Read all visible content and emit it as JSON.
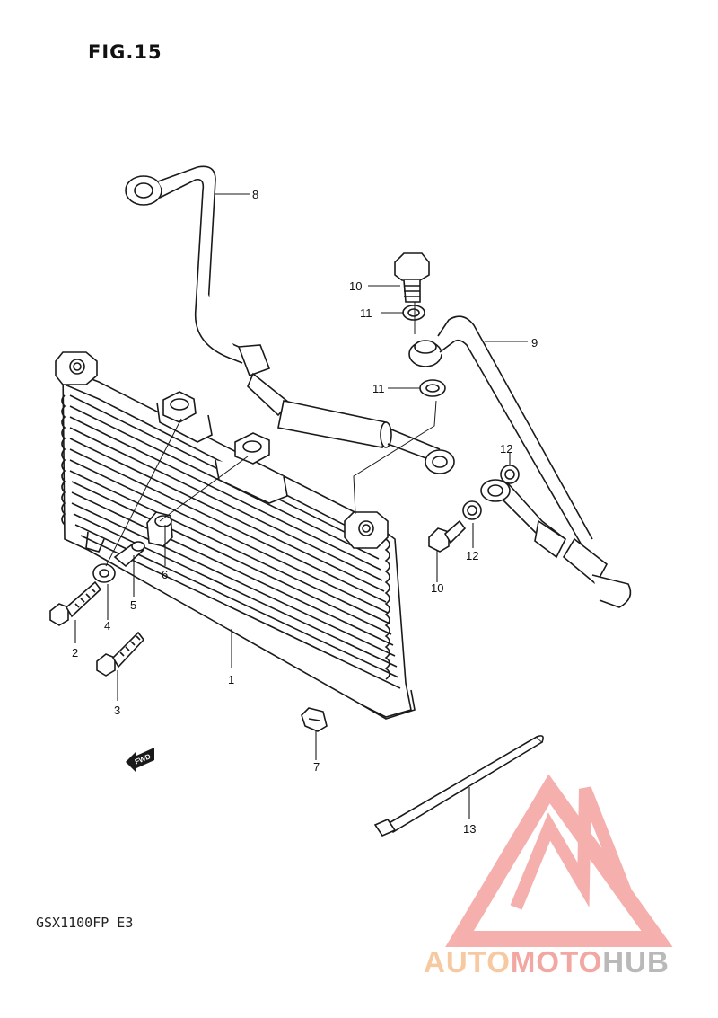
{
  "figure": {
    "title": "FIG.15",
    "model_code": "GSX1100FP  E3"
  },
  "callouts": {
    "c1": "1",
    "c2": "2",
    "c3": "3",
    "c4": "4",
    "c5": "5",
    "c6": "6",
    "c7": "7",
    "c8": "8",
    "c9": "9",
    "c10a": "10",
    "c10b": "10",
    "c11a": "11",
    "c11b": "11",
    "c12a": "12",
    "c12b": "12",
    "c13": "13"
  },
  "fwd_marker": "FWD",
  "watermark": {
    "part_1": "AUTO",
    "part_2": "MOTO",
    "part_3": "HUB",
    "colors": {
      "auto": "#f7c9a1",
      "moto": "#f2a7a2",
      "hub": "#b9b9b9",
      "logo": "#f28f8a"
    }
  },
  "colors": {
    "line": "#1a1a1a",
    "paper": "#ffffff"
  }
}
